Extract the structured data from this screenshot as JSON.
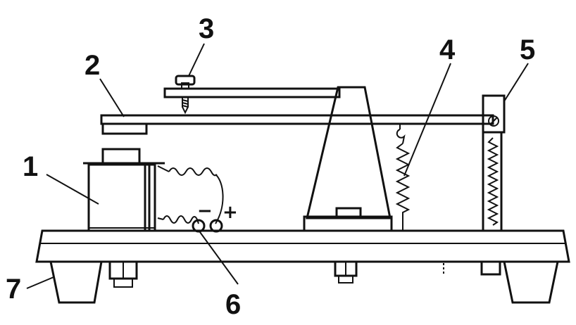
{
  "labels": {
    "l1": "1",
    "l2": "2",
    "l3": "3",
    "l4": "4",
    "l5": "5",
    "l6": "6",
    "l7": "7"
  },
  "polarity": {
    "minus": "−",
    "plus": "+"
  },
  "colors": {
    "ink": "#111111",
    "paper": "#ffffff"
  }
}
